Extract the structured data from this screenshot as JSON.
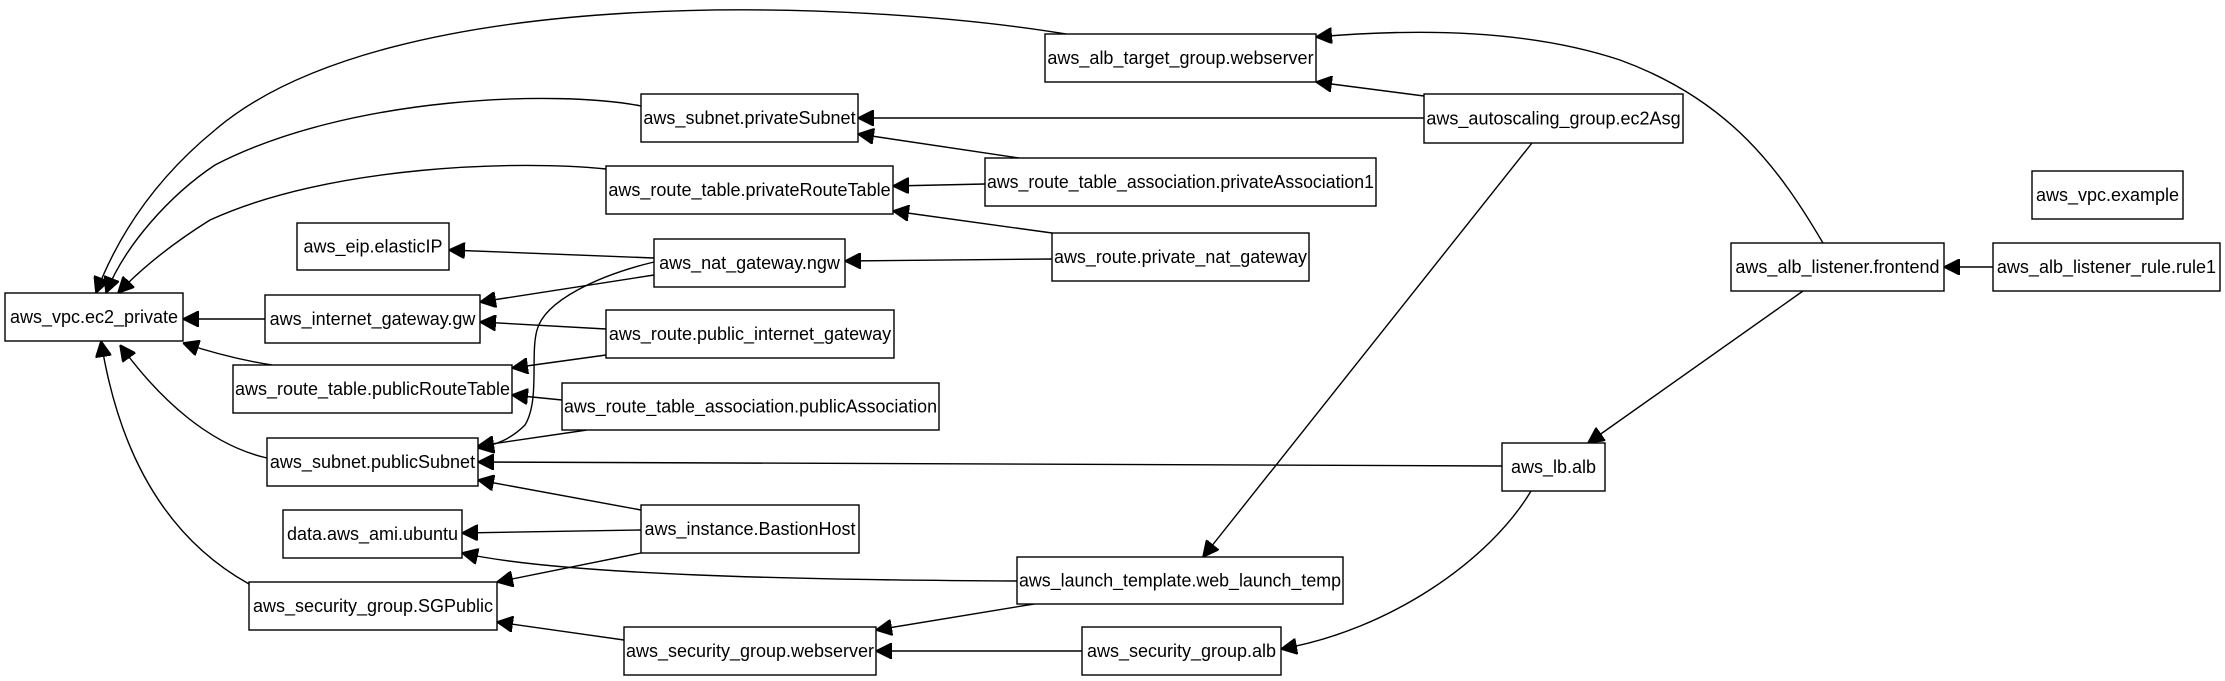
{
  "nodes": [
    {
      "id": "vpc_ec2_private",
      "label": "aws_vpc.ec2_private"
    },
    {
      "id": "alb_tg",
      "label": "aws_alb_target_group.webserver"
    },
    {
      "id": "subnet_private",
      "label": "aws_subnet.privateSubnet"
    },
    {
      "id": "asg",
      "label": "aws_autoscaling_group.ec2Asg"
    },
    {
      "id": "rt_private",
      "label": "aws_route_table.privateRouteTable"
    },
    {
      "id": "rta_private",
      "label": "aws_route_table_association.privateAssociation1"
    },
    {
      "id": "vpc_example",
      "label": "aws_vpc.example"
    },
    {
      "id": "eip",
      "label": "aws_eip.elasticIP"
    },
    {
      "id": "nat_gw",
      "label": "aws_nat_gateway.ngw"
    },
    {
      "id": "route_private_nat",
      "label": "aws_route.private_nat_gateway"
    },
    {
      "id": "alb_listener",
      "label": "aws_alb_listener.frontend"
    },
    {
      "id": "alb_listener_rule",
      "label": "aws_alb_listener_rule.rule1"
    },
    {
      "id": "igw",
      "label": "aws_internet_gateway.gw"
    },
    {
      "id": "route_public_igw",
      "label": "aws_route.public_internet_gateway"
    },
    {
      "id": "rt_public",
      "label": "aws_route_table.publicRouteTable"
    },
    {
      "id": "rta_public",
      "label": "aws_route_table_association.publicAssociation"
    },
    {
      "id": "subnet_public",
      "label": "aws_subnet.publicSubnet"
    },
    {
      "id": "lb_alb",
      "label": "aws_lb.alb"
    },
    {
      "id": "ami_ubuntu",
      "label": "data.aws_ami.ubuntu"
    },
    {
      "id": "bastion",
      "label": "aws_instance.BastionHost"
    },
    {
      "id": "launch_template",
      "label": "aws_launch_template.web_launch_temp"
    },
    {
      "id": "sg_public",
      "label": "aws_security_group.SGPublic"
    },
    {
      "id": "sg_webserver",
      "label": "aws_security_group.webserver"
    },
    {
      "id": "sg_alb",
      "label": "aws_security_group.alb"
    }
  ],
  "edges": [
    {
      "from": "alb_tg",
      "to": "vpc_ec2_private"
    },
    {
      "from": "subnet_private",
      "to": "vpc_ec2_private"
    },
    {
      "from": "rt_private",
      "to": "vpc_ec2_private"
    },
    {
      "from": "igw",
      "to": "vpc_ec2_private"
    },
    {
      "from": "rt_public",
      "to": "vpc_ec2_private"
    },
    {
      "from": "subnet_public",
      "to": "vpc_ec2_private"
    },
    {
      "from": "sg_public",
      "to": "vpc_ec2_private"
    },
    {
      "from": "asg",
      "to": "alb_tg"
    },
    {
      "from": "asg",
      "to": "subnet_private"
    },
    {
      "from": "asg",
      "to": "launch_template"
    },
    {
      "from": "alb_listener",
      "to": "alb_tg"
    },
    {
      "from": "alb_listener",
      "to": "lb_alb"
    },
    {
      "from": "alb_listener_rule",
      "to": "alb_listener"
    },
    {
      "from": "rta_private",
      "to": "subnet_private"
    },
    {
      "from": "rta_private",
      "to": "rt_private"
    },
    {
      "from": "route_private_nat",
      "to": "rt_private"
    },
    {
      "from": "route_private_nat",
      "to": "nat_gw"
    },
    {
      "from": "nat_gw",
      "to": "eip"
    },
    {
      "from": "nat_gw",
      "to": "igw"
    },
    {
      "from": "nat_gw",
      "to": "subnet_public"
    },
    {
      "from": "route_public_igw",
      "to": "igw"
    },
    {
      "from": "route_public_igw",
      "to": "rt_public"
    },
    {
      "from": "rta_public",
      "to": "rt_public"
    },
    {
      "from": "rta_public",
      "to": "subnet_public"
    },
    {
      "from": "lb_alb",
      "to": "subnet_public"
    },
    {
      "from": "lb_alb",
      "to": "sg_alb"
    },
    {
      "from": "bastion",
      "to": "subnet_public"
    },
    {
      "from": "bastion",
      "to": "ami_ubuntu"
    },
    {
      "from": "bastion",
      "to": "sg_public"
    },
    {
      "from": "launch_template",
      "to": "ami_ubuntu"
    },
    {
      "from": "launch_template",
      "to": "sg_webserver"
    },
    {
      "from": "sg_webserver",
      "to": "sg_public"
    },
    {
      "from": "sg_alb",
      "to": "sg_webserver"
    }
  ]
}
